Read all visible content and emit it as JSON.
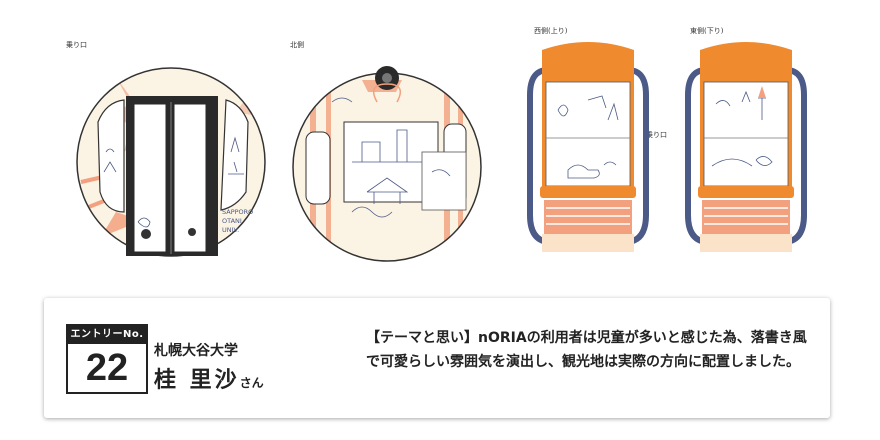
{
  "views": {
    "entrance": "乗り口",
    "north": "北側",
    "west": "西側(上り)",
    "east": "東側(下り)",
    "side_entrance": "乗り口"
  },
  "illustration": {
    "signage": [
      "SAPPORO",
      "OTANI",
      "UNIV."
    ]
  },
  "colors": {
    "cream": "#fbf3e3",
    "salmon": "#f2a07e",
    "orange": "#ef8b2e",
    "navy": "#4b5a86",
    "dark": "#2a2a2a"
  },
  "entry": {
    "label": "エントリーNo.",
    "number": "22",
    "university": "札幌大谷大学",
    "name": "桂 里沙",
    "suffix": "さん",
    "description": "【テーマと思い】nORIAの利用者は児童が多いと感じた為、落書き風で可愛らしい雰囲気を演出し、観光地は実際の方向に配置しました。"
  }
}
